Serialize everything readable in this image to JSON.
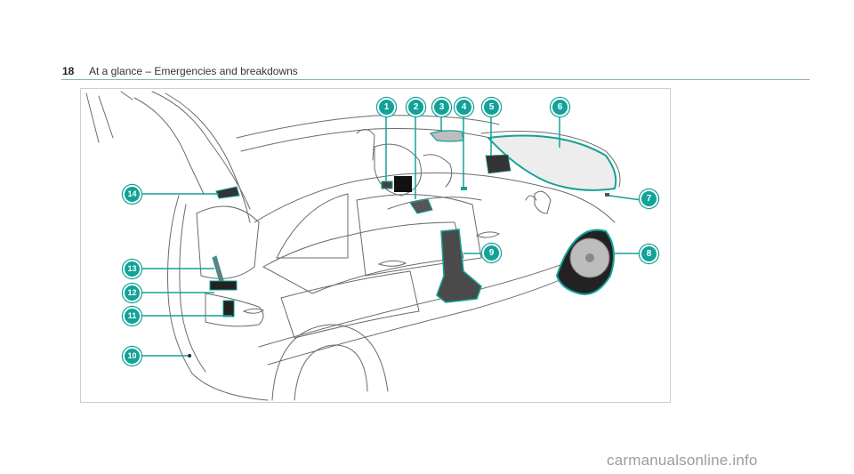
{
  "header": {
    "page_number": "18",
    "title": "At a glance – Emergencies and breakdowns"
  },
  "illustration": {
    "description": "Vehicle emergency equipment overview",
    "accent_color": "#12a297",
    "callouts": [
      {
        "id": "1",
        "label": "1"
      },
      {
        "id": "2",
        "label": "2"
      },
      {
        "id": "3",
        "label": "3"
      },
      {
        "id": "4",
        "label": "4"
      },
      {
        "id": "5",
        "label": "5"
      },
      {
        "id": "6",
        "label": "6"
      },
      {
        "id": "7",
        "label": "7"
      },
      {
        "id": "8",
        "label": "8"
      },
      {
        "id": "9",
        "label": "9"
      },
      {
        "id": "10",
        "label": "10"
      },
      {
        "id": "11",
        "label": "11"
      },
      {
        "id": "12",
        "label": "12"
      },
      {
        "id": "13",
        "label": "13"
      },
      {
        "id": "14",
        "label": "14"
      }
    ]
  },
  "watermark": "carmanualsonline.info"
}
